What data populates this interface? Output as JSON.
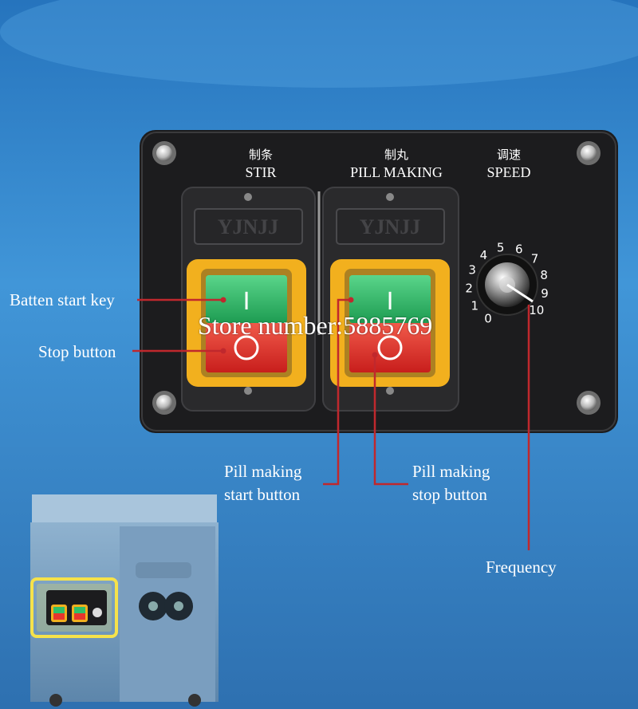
{
  "panel": {
    "stir_cn": "制条",
    "stir_en": "STIR",
    "pill_cn": "制丸",
    "pill_en": "PILL MAKING",
    "speed_cn": "调速",
    "speed_en": "SPEED",
    "brand_left": "YJNJJ",
    "brand_right": "YJNJJ",
    "switch_on_symbol": "I",
    "switch_off_symbol": "O",
    "dial_ticks": [
      "0",
      "1",
      "2",
      "3",
      "4",
      "5",
      "6",
      "7",
      "8",
      "9",
      "10"
    ]
  },
  "annotations": {
    "batten_start_key": "Batten start key",
    "stop_button": "Stop button",
    "pill_start_line1": "Pill making",
    "pill_start_line2": "start button",
    "pill_stop_line1": "Pill making",
    "pill_stop_line2": "stop button",
    "frequency": "Frequency"
  },
  "watermark": "Store number:5885769",
  "colors": {
    "background": "#3a86c8",
    "panel": "#1c1c1e",
    "switch_housing": "#f2b01e",
    "start_green": "#2fbf6a",
    "stop_red": "#e8352c",
    "leader_line": "#c0282d"
  }
}
